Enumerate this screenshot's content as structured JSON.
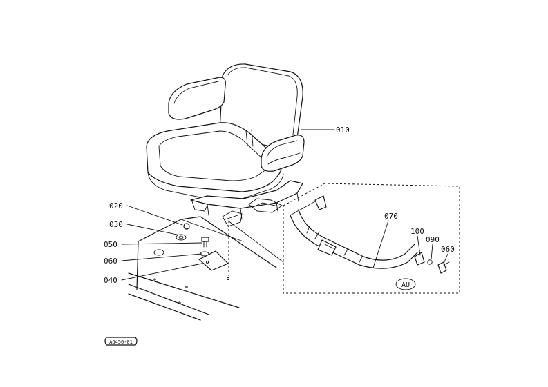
{
  "parts": {
    "p010": "010",
    "p020": "020",
    "p030": "030",
    "p050": "050",
    "p060a": "060",
    "p040": "040",
    "p070": "070",
    "p100": "100",
    "p090": "090",
    "p060b": "060"
  },
  "variant_tag": "AU",
  "drawing_code": "AQ456-01"
}
